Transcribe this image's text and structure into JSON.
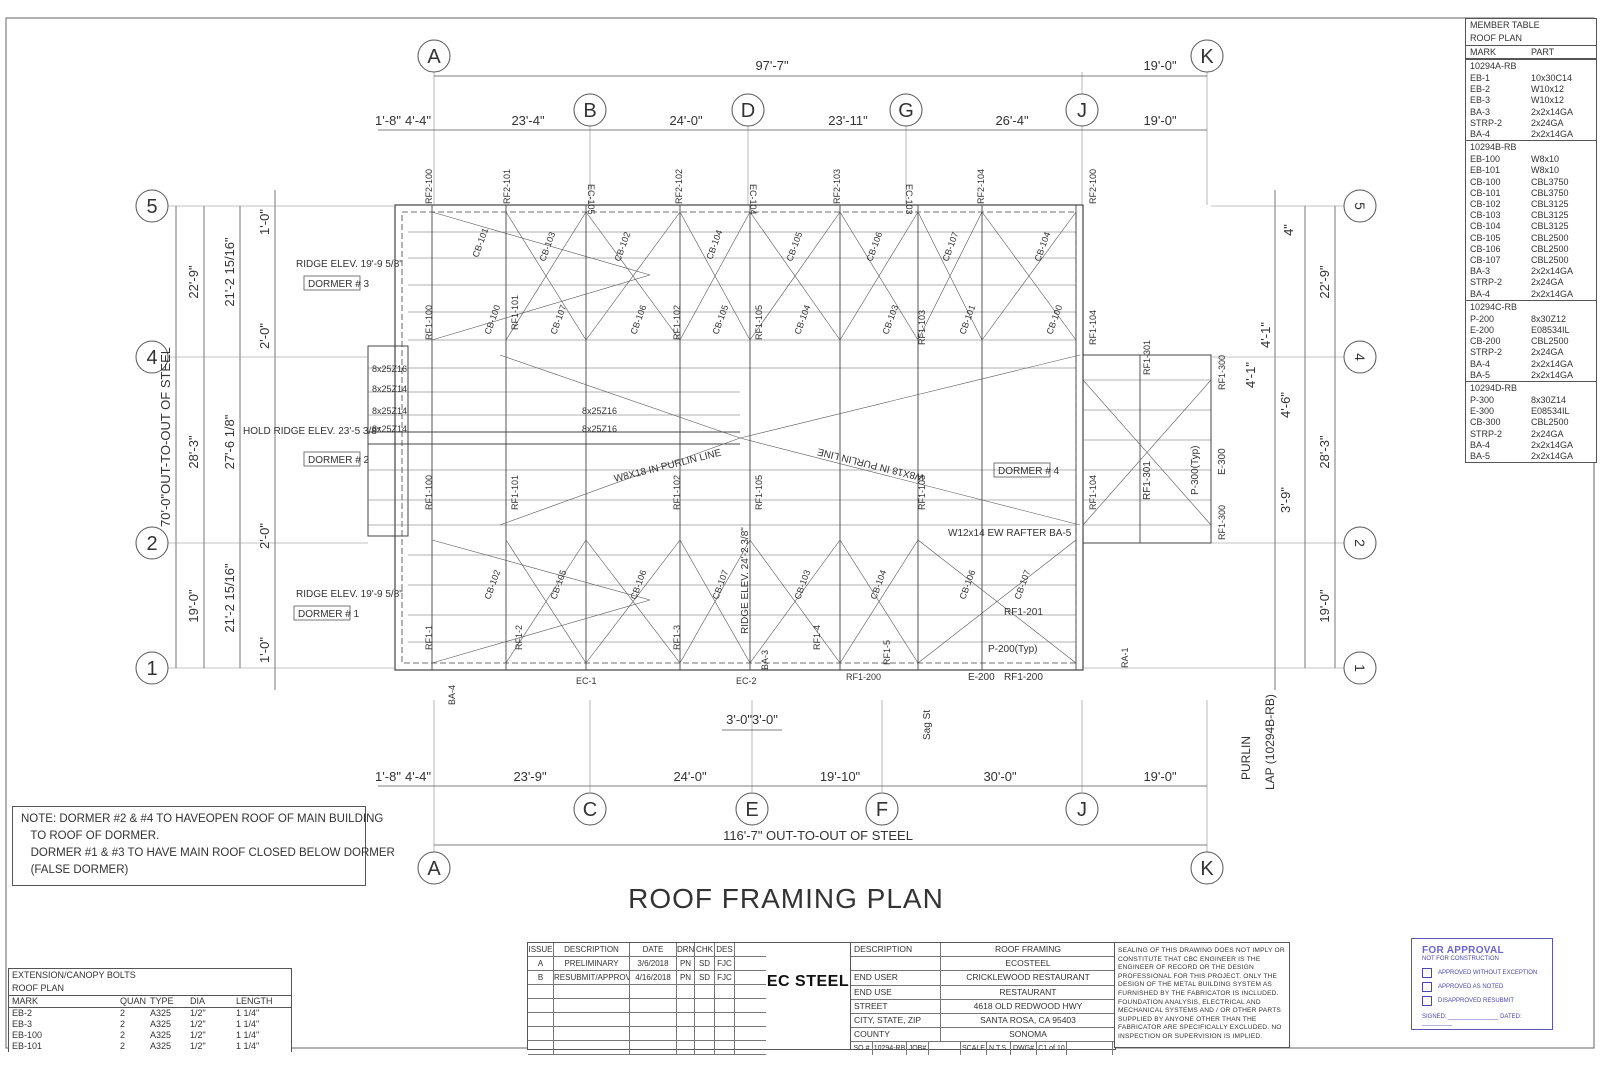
{
  "drawing_title": "ROOF FRAMING PLAN",
  "grid_letters_top": [
    "A",
    "B",
    "D",
    "G",
    "J",
    "K"
  ],
  "grid_letters_bottom": [
    "A",
    "C",
    "E",
    "F",
    "J",
    "K"
  ],
  "grid_numbers": [
    "5",
    "4",
    "2",
    "1"
  ],
  "dims_top_overall": [
    "97'-7\"",
    "19'-0\""
  ],
  "dims_top_bays": [
    "1'-8\"",
    "4'-4\"",
    "23'-4\"",
    "24'-0\"",
    "23'-11\"",
    "26'-4\"",
    "19'-0\""
  ],
  "dims_bottom_bays": [
    "1'-8\"",
    "4'-4\"",
    "23'-9\"",
    "24'-0\"",
    "19'-10\"",
    "30'-0\"",
    "19'-0\""
  ],
  "dims_bottom_overall": "116'-7\" OUT-TO-OUT OF STEEL",
  "dims_bottom_center": "3'-0\"3'-0\"",
  "dims_left_overall": "70'-0\"OUT-TO-OUT OF STEEL",
  "dims_left": [
    "22'-9\"",
    "28'-3\"",
    "19'-0\""
  ],
  "dims_left_inner": [
    "21'-2 15/16\"",
    "27'-6 1/8\"",
    "21'-2 15/16\""
  ],
  "dims_left_small": [
    "1'-0\"",
    "2'-0\"",
    "2'-0\"",
    "1'-0\""
  ],
  "dims_right": [
    "22'-9\"",
    "28'-3\"",
    "19'-0\""
  ],
  "dims_right_small": [
    "4\"",
    "4'-1\"",
    "4'-6\"",
    "3'-9\"",
    "4'-1\""
  ],
  "plan_labels": {
    "ridge_top": "RIDGE ELEV. 19'-9 5/8\"",
    "dormer3": "DORMER # 3",
    "hold_ridge": "HOLD RIDGE ELEV. 23'-5 3/8\"",
    "dormer2": "DORMER # 2",
    "ridge_bottom": "RIDGE ELEV. 19'-9 5/8\"",
    "dormer1": "DORMER # 1",
    "dormer4": "DORMER # 4",
    "w8_purlin_line": "W8X18 IN PURLIN LINE",
    "w8_purlin_line_inv": "W8X18 IN PURLIN LINE",
    "w12_rafter": "W12x14 EW RAFTER BA-5",
    "ridge_elev_mid": "RIDGE ELEV. 24'-2 3/8\"",
    "p200": "P-200(Typ)",
    "p300": "P-300(Typ)",
    "e200": "E-200",
    "e300": "E-300",
    "rf1_200": "RF1-200",
    "rf1_201": "RF1-201",
    "rf1_301": "RF1-301",
    "purlin_lap": "PURLIN",
    "purlin_lap2": "LAP (10294B-RB)",
    "sag_st": "Sag St"
  },
  "left_purlin_labels": [
    "8x25Z16",
    "8x25Z14",
    "8x25Z14",
    "8x25Z14"
  ],
  "mid_purlin_labels": [
    "8x25Z16",
    "8x25Z16"
  ],
  "top_rafters": [
    "RF2-100",
    "RF2-101",
    "EC-105",
    "RF2-102",
    "EC-104",
    "RF2-103",
    "EC-103",
    "RF2-104",
    "RF2-100"
  ],
  "bottom_labels": [
    "BA-4",
    "EC-1",
    "EC-2",
    "BA-3",
    "RF1-200",
    "E-200",
    "RF1-200",
    "RA-1"
  ],
  "cb_labels": [
    "CB-101",
    "CB-103",
    "CB-102",
    "CB-104",
    "CB-105",
    "CB-106",
    "CB-107",
    "CB-104",
    "CB-100",
    "CB-107",
    "CB-106",
    "CB-105",
    "CB-104",
    "CB-103",
    "CB-101",
    "CB-100",
    "CB-102",
    "CB-105",
    "CB-106",
    "CB-107",
    "CB-103",
    "CB-104",
    "CB-106",
    "CB-107"
  ],
  "rf_labels": [
    "RF1-100",
    "RF1-101",
    "RF1-102",
    "RF1-105",
    "RF1-103",
    "RF1-100",
    "RF1-101",
    "RF1-102",
    "RF1-105",
    "RF1-103",
    "RF1-104",
    "RF1-1",
    "RF1-2",
    "RF1-3",
    "RF1-4",
    "RF1-5",
    "RF1-300",
    "RF1-301",
    "RF1-300",
    "RF1-104"
  ],
  "note": {
    "lines": [
      "NOTE: DORMER #2 & #4 TO HAVEOPEN ROOF OF MAIN BUILDING",
      "   TO ROOF OF DORMER.",
      "   DORMER #1 & #3 TO HAVE MAIN ROOF CLOSED BELOW DORMER",
      "   (FALSE DORMER)"
    ]
  },
  "member_table": {
    "title1": "MEMBER TABLE",
    "title2": "ROOF PLAN",
    "col_mark": "MARK",
    "col_part": "PART",
    "groups": [
      {
        "name": "10294A-RB",
        "rows": [
          [
            "EB-1",
            "10x30C14"
          ],
          [
            "EB-2",
            "W10x12"
          ],
          [
            "EB-3",
            "W10x12"
          ],
          [
            "BA-3",
            "2x2x14GA"
          ],
          [
            "STRP-2",
            "2x24GA"
          ],
          [
            "BA-4",
            "2x2x14GA"
          ]
        ]
      },
      {
        "name": "10294B-RB",
        "rows": [
          [
            "EB-100",
            "W8x10"
          ],
          [
            "EB-101",
            "W8x10"
          ],
          [
            "CB-100",
            "CBL3750"
          ],
          [
            "CB-101",
            "CBL3750"
          ],
          [
            "CB-102",
            "CBL3125"
          ],
          [
            "CB-103",
            "CBL3125"
          ],
          [
            "CB-104",
            "CBL3125"
          ],
          [
            "CB-105",
            "CBL2500"
          ],
          [
            "CB-106",
            "CBL2500"
          ],
          [
            "CB-107",
            "CBL2500"
          ],
          [
            "BA-3",
            "2x2x14GA"
          ],
          [
            "STRP-2",
            "2x24GA"
          ],
          [
            "BA-4",
            "2x2x14GA"
          ]
        ]
      },
      {
        "name": "10294C-RB",
        "rows": [
          [
            "P-200",
            "8x30Z12"
          ],
          [
            "E-200",
            "E08534IL"
          ],
          [
            "CB-200",
            "CBL2500"
          ],
          [
            "STRP-2",
            "2x24GA"
          ],
          [
            "BA-4",
            "2x2x14GA"
          ],
          [
            "BA-5",
            "2x2x14GA"
          ]
        ]
      },
      {
        "name": "10294D-RB",
        "rows": [
          [
            "P-300",
            "8x30Z14"
          ],
          [
            "E-300",
            "E08534IL"
          ],
          [
            "CB-300",
            "CBL2500"
          ],
          [
            "STRP-2",
            "2x24GA"
          ],
          [
            "BA-4",
            "2x2x14GA"
          ],
          [
            "BA-5",
            "2x2x14GA"
          ]
        ]
      }
    ]
  },
  "bolts_table": {
    "title1": "EXTENSION/CANOPY BOLTS",
    "title2": "ROOF PLAN",
    "headers": [
      "MARK",
      "QUAN",
      "TYPE",
      "DIA",
      "LENGTH"
    ],
    "rows": [
      [
        "EB-2",
        "2",
        "A325",
        "1/2\"",
        "1 1/4\""
      ],
      [
        "EB-3",
        "2",
        "A325",
        "1/2\"",
        "1 1/4\""
      ],
      [
        "EB-100",
        "2",
        "A325",
        "1/2\"",
        "1 1/4\""
      ],
      [
        "EB-101",
        "2",
        "A325",
        "1/2\"",
        "1 1/4\""
      ]
    ]
  },
  "issue_table": {
    "headers": [
      "ISSUE",
      "DESCRIPTION",
      "DATE",
      "DRN",
      "CHK",
      "DES"
    ],
    "rows": [
      [
        "A",
        "PRELIMINARY",
        "3/6/2018",
        "PN",
        "SD",
        "FJC"
      ],
      [
        "B",
        "RESUBMIT/APPROVAL",
        "4/16/2018",
        "PN",
        "SD",
        "FJC"
      ]
    ]
  },
  "logo": {
    "text": "EC STEEL"
  },
  "project_table": {
    "rows": [
      [
        "DESCRIPTION",
        "ROOF FRAMING"
      ],
      [
        "",
        "ECOSTEEL"
      ],
      [
        "END USER",
        "CRICKLEWOOD RESTAURANT"
      ],
      [
        "END USE",
        "RESTAURANT"
      ],
      [
        "STREET",
        "4618 OLD REDWOOD HWY"
      ],
      [
        "CITY, STATE, ZIP",
        "SANTA ROSA, CA 95403"
      ],
      [
        "COUNTY",
        "SONOMA"
      ]
    ],
    "last_row": [
      "SO.#",
      "10294-RB",
      "JOB#",
      "",
      "SCALE",
      "N.T.S.",
      "DWG#",
      "C1 of 10",
      ""
    ]
  },
  "disclaimer": "SEALING OF THIS DRAWING DOES NOT IMPLY OR CONSTITUTE THAT CBC ENGINEER IS THE ENGINEER OF RECORD OR THE DESIGN PROFESSIONAL FOR THIS PROJECT. ONLY THE DESIGN OF THE METAL BUILDING SYSTEM AS FURNISHED BY THE FABRICATOR IS INCLUDED. FOUNDATION ANALYSIS, ELECTRICAL AND MECHANICAL SYSTEMS AND / OR OTHER PARTS SUPPLIED BY ANYONE OTHER THAN THE FABRICATOR ARE SPECIFICALLY EXCLUDED. NO INSPECTION OR SUPERVISION IS IMPLIED.",
  "approval": {
    "title": "FOR APPROVAL",
    "subtitle": "NOT FOR CONSTRUCTION",
    "options": [
      "APPROVED WITHOUT EXCEPTION",
      "APPROVED AS NOTED",
      "DISAPPROVED RESUBMIT"
    ],
    "signed": "SIGNED: _______________",
    "dated": "DATED: _________"
  }
}
